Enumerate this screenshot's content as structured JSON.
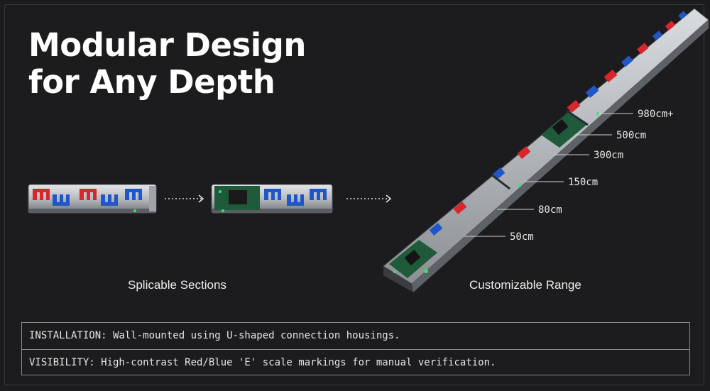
{
  "slide": {
    "title_line1": "Modular Design",
    "title_line2": "for Any Depth",
    "left_caption": "Splicable Sections",
    "right_caption": "Customizable Range"
  },
  "range_labels": [
    "980cm+",
    "500cm",
    "300cm",
    "150cm",
    "80cm",
    "50cm"
  ],
  "info": [
    "INSTALLATION: Wall-mounted using U-shaped connection housings.",
    "VISIBILITY: High-contrast Red/Blue 'E' scale markings for manual verification."
  ],
  "colors": {
    "background": "#1c1c1e",
    "scale_red": "#d8262c",
    "scale_blue": "#1f57c9",
    "housing": "#b9bcc0",
    "led_green": "#39e26a"
  }
}
